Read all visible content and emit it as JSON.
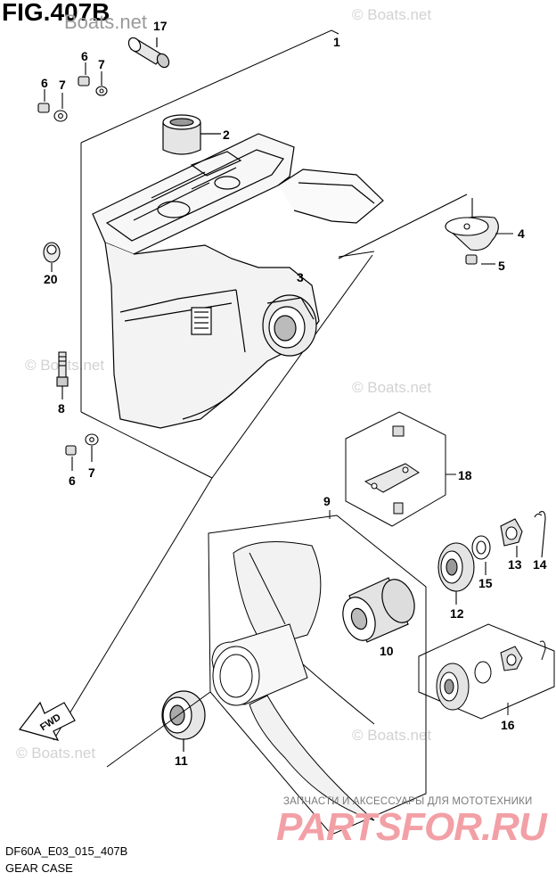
{
  "figure": {
    "title": "FIG.407B",
    "watermark_top": "Boats.net",
    "watermark_repeat": "© Boats.net",
    "model_code": "DF60A_E03_015_407B",
    "section_name": "GEAR CASE",
    "fwd_label": "FWD"
  },
  "brand": {
    "tagline": "ЗАПЧАСТИ И АКСЕССУАРЫ ДЛЯ МОТОТЕХНИКИ",
    "logo": "PARTSFOR.RU",
    "logo_color": "#f2a0a6"
  },
  "callouts": {
    "c1": "1",
    "c2": "2",
    "c3": "3",
    "c4": "4",
    "c5": "5",
    "c6a": "6",
    "c6b": "6",
    "c6c": "6",
    "c7a": "7",
    "c7b": "7",
    "c7c": "7",
    "c8": "8",
    "c9": "9",
    "c10": "10",
    "c11": "11",
    "c12": "12",
    "c13": "13",
    "c14": "14",
    "c15": "15",
    "c16": "16",
    "c17": "17",
    "c18": "18",
    "c20": "20"
  }
}
